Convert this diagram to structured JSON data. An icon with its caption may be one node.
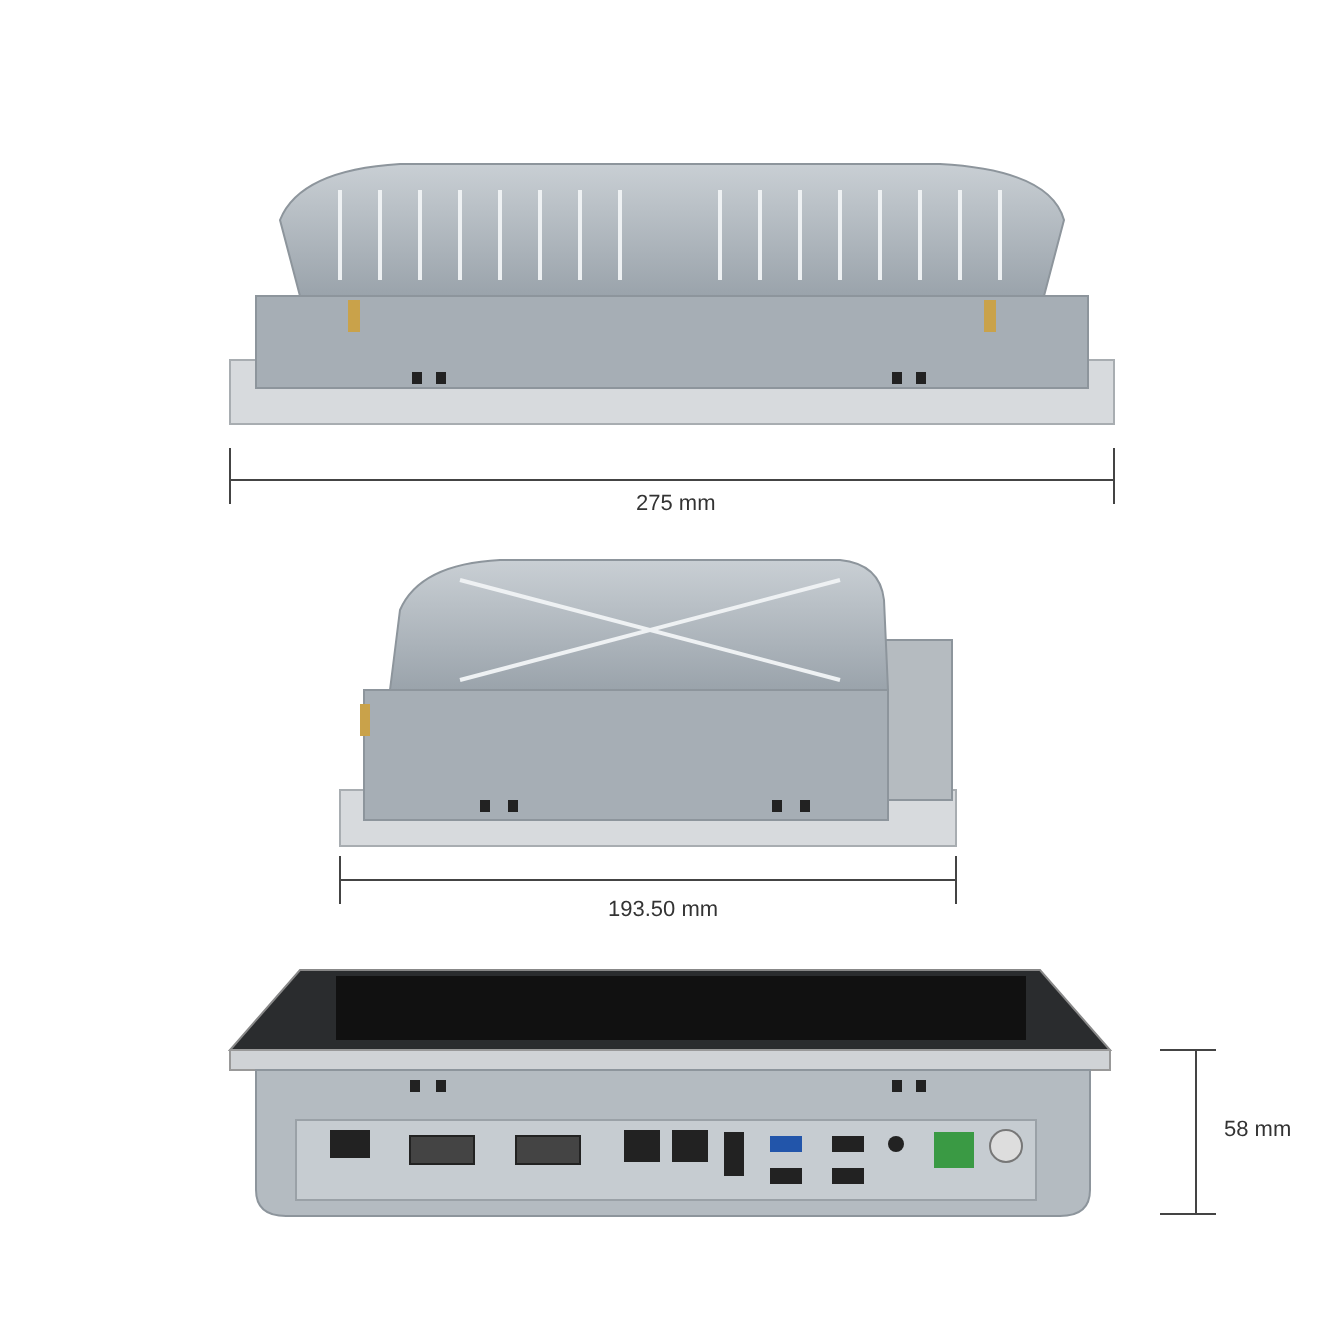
{
  "diagram": {
    "labels": [
      "275 mm",
      "193.50 mm",
      "58 mm"
    ]
  }
}
